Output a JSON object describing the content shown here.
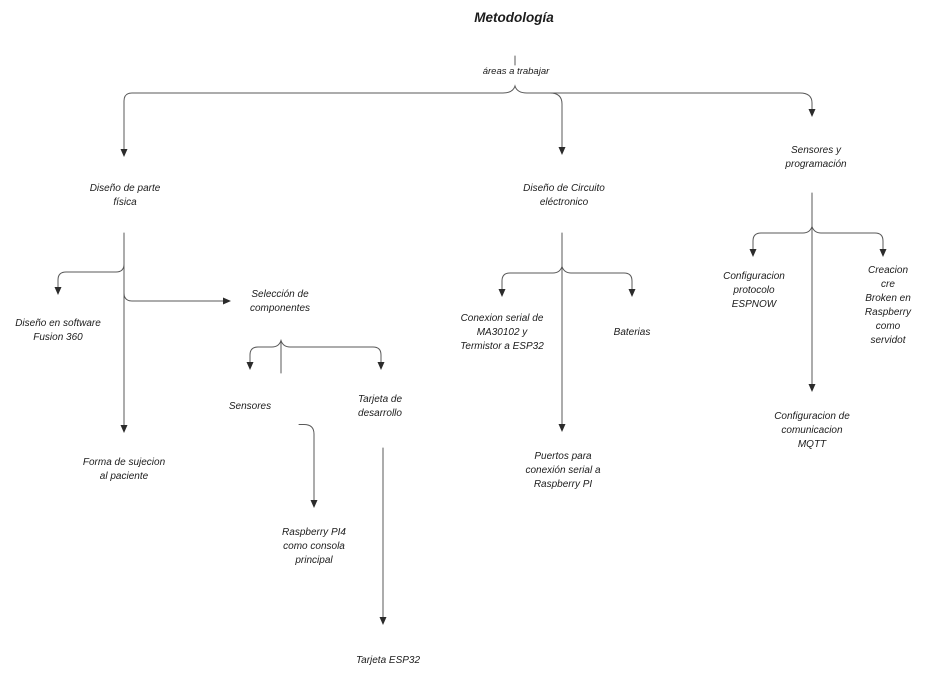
{
  "colors": {
    "line": "#595959",
    "arrow": "#2b2b2b",
    "text": "#1c1c1c",
    "background": "#ffffff"
  },
  "diagram": {
    "title": "Metodología",
    "root_label": "áreas a trabajar",
    "nodes": {
      "parte_fisica": "Diseño de parte\nfísica",
      "fusion360": "Diseño en software\nFusion 360",
      "seleccion_componentes": "Selección de\ncomponentes",
      "forma_sujecion": "Forma de sujecion\nal paciente",
      "sensores": "Sensores",
      "tarjeta_desarrollo": "Tarjeta de\ndesarrollo",
      "raspberry_pi4": "Raspberry PI4\ncomo consola\nprincipal",
      "tarjeta_esp32": "Tarjeta ESP32",
      "circuito_electronico": "Diseño de Circuito\neléctronico",
      "conexion_serial": "Conexion serial de\nMA30102 y\nTermistor a ESP32",
      "baterias": "Baterias",
      "puertos_raspberry": "Puertos para\nconexión serial a\nRaspberry PI",
      "sensores_programacion": "Sensores y\nprogramación",
      "config_espnow": "Configuracion\nprotocolo\nESPNOW",
      "creacion_broker": "Creacion cre\nBroken en\nRaspberry como\nservidot",
      "config_mqtt": "Configuracion de\ncomunicacion\nMQTT"
    }
  }
}
